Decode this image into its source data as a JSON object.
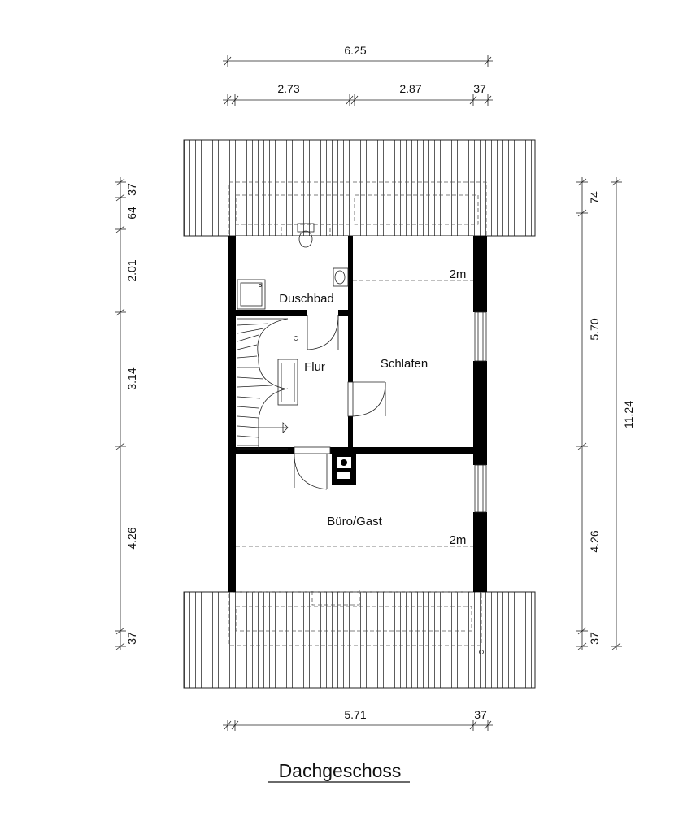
{
  "title": "Dachgeschoss",
  "rooms": {
    "duschbad": "Duschbad",
    "flur": "Flur",
    "schlafen": "Schlafen",
    "buero": "Büro/Gast"
  },
  "heights": {
    "schlafen": "2m",
    "buero": "2m"
  },
  "dimensions": {
    "top_total": "6.25",
    "top_parts": [
      "2.73",
      "2.87",
      "37"
    ],
    "bottom_parts": [
      "5.71",
      "37"
    ],
    "left_parts": [
      "37",
      "64",
      "2.01",
      "3.14",
      "4.26",
      "37"
    ],
    "right_parts": [
      "74",
      "5.70",
      "4.26",
      "37"
    ],
    "right_total": "11.24"
  }
}
